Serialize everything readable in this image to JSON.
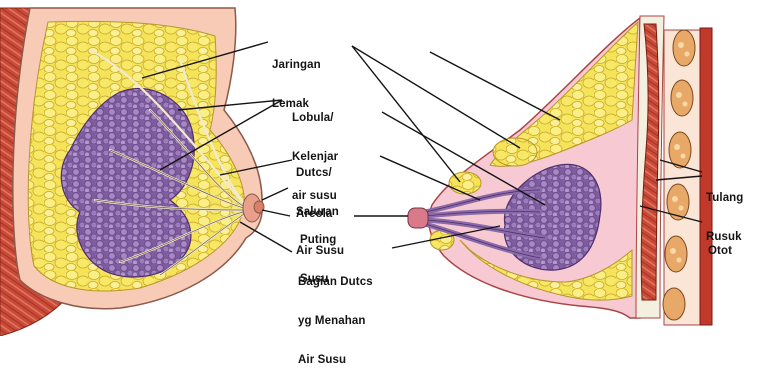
{
  "diagram": {
    "colors": {
      "muscle": "#c0392b",
      "fat": "#f4e04d",
      "lobules": "#8a6aa8",
      "skin": "#f6c2b0",
      "rib": "#e6b078",
      "ink": "#141414"
    },
    "labels": {
      "jaringan_lemak": [
        "Jaringan",
        "Lemak"
      ],
      "lobula": [
        "Lobula/",
        "Kelenjar",
        "air susu"
      ],
      "dutcs": [
        "Dutcs/",
        "Saluran",
        "Air Susu"
      ],
      "areola": [
        "Areola"
      ],
      "puting": [
        "Puting",
        "Susu"
      ],
      "bagian": [
        "Bagian Dutcs",
        "yg Menahan",
        "Air Susu"
      ],
      "tulang": [
        "Tulang",
        "Rusuk"
      ],
      "otot": [
        "Otot"
      ]
    }
  }
}
